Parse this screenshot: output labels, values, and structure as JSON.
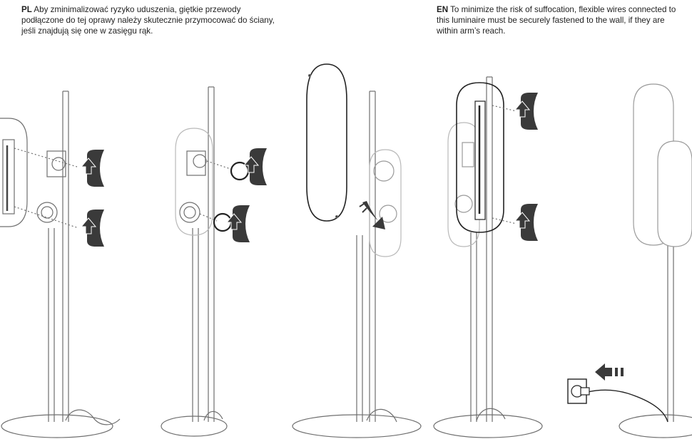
{
  "notes": {
    "pl": {
      "code": "PL",
      "text": " Aby zminimalizować ryzyko uduszenia, giętkie przewody podłączone do tej oprawy należy skutecznie przymocować do ściany, jeśli znajdują się one w zasięgu rąk."
    },
    "en": {
      "code": "EN",
      "text": " To minimize the risk of suffocation, flexible wires connected to this luminaire must be securely fastened to the wall, if they are within arm’s reach."
    }
  },
  "illustration": {
    "steps": [
      {
        "id": "step-1",
        "content": "stand with mounting brackets, shade panel and arrows pointing up"
      },
      {
        "id": "step-2",
        "content": "ghosted shade, brackets with round caps and arrows"
      },
      {
        "id": "step-3",
        "content": "oval shade being hooked onto stand with curved arrow"
      },
      {
        "id": "step-4",
        "content": "shade fastened with screws, arrows to brackets"
      },
      {
        "id": "step-5",
        "content": "assembled luminaire, plug inserted into wall socket"
      }
    ],
    "colors": {
      "line": "#6f6f6f",
      "dark": "#222222",
      "arrow": "#3a3a3a",
      "ghost": "#b9b9b9"
    }
  }
}
